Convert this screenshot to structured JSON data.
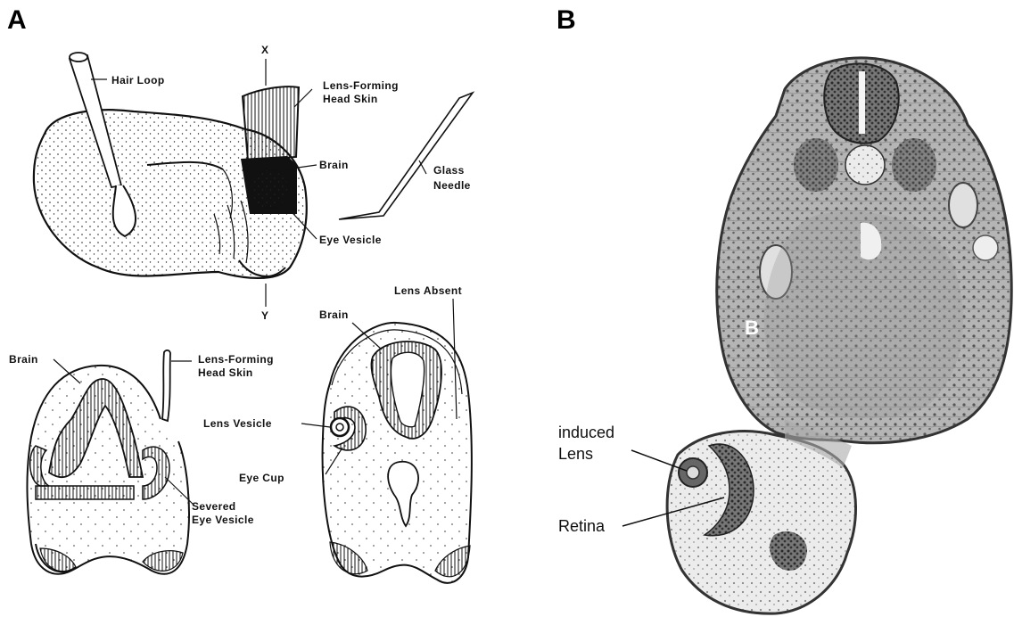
{
  "panels": {
    "a": {
      "letter": "A",
      "whole_embryo": {
        "hair_loop": "Hair Loop",
        "x_marker": "X",
        "y_marker": "Y",
        "lens_forming_head_skin": [
          "Lens-Forming",
          "Head Skin"
        ],
        "brain": "Brain",
        "glass_needle": [
          "Glass",
          "Needle"
        ],
        "eye_vesicle": "Eye Vesicle"
      },
      "section_left": {
        "brain": "Brain",
        "lens_forming_head_skin": [
          "Lens-Forming",
          "Head Skin"
        ],
        "severed_eye_vesicle": [
          "Severed",
          "Eye Vesicle"
        ]
      },
      "section_right": {
        "brain": "Brain",
        "lens_absent": "Lens Absent",
        "lens_vesicle": "Lens Vesicle",
        "eye_cup": "Eye Cup"
      }
    },
    "b": {
      "letter": "B",
      "inner_letter": "B",
      "induced_lens": [
        "induced",
        "Lens"
      ],
      "retina": "Retina"
    }
  },
  "colors": {
    "ink": "#111111",
    "section_fill": "#b9b9b9",
    "section_dark": "#4a4a4a",
    "eye_pale": "#e6e6e6"
  }
}
